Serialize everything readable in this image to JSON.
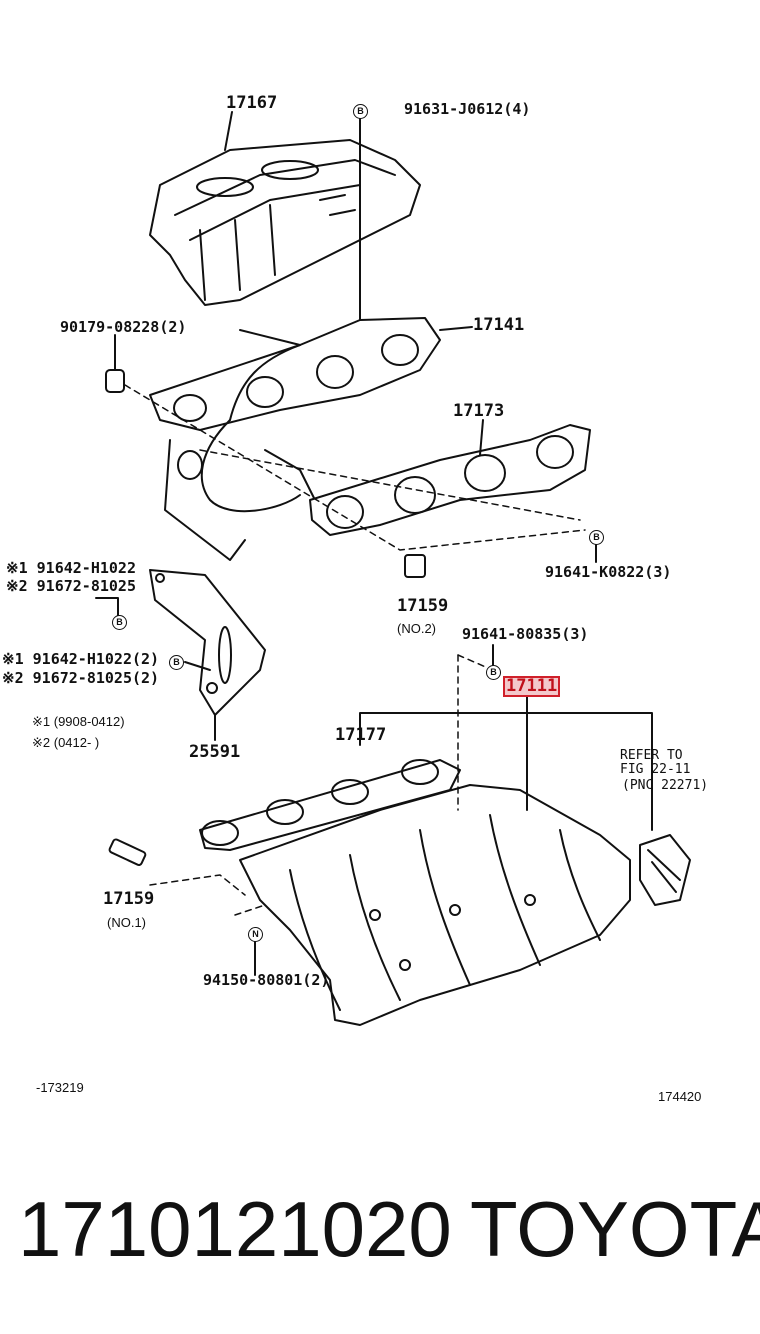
{
  "labels": {
    "p17167": "17167",
    "p91631": "91631-J0612(4)",
    "p90179": "90179-08228(2)",
    "p17141": "17141",
    "p17173": "17173",
    "p91641k": "91641-K0822(3)",
    "ref1_91642": "※1 91642-H1022",
    "ref2_91672": "※2 91672-81025",
    "p17159a": "17159",
    "p17159a_sub": "(NO.2)",
    "p91641_80835": "91641-80835(3)",
    "ref1_91642b": "※1 91642-H1022(2)",
    "ref2_91672b": "※2 91672-81025(2)",
    "p17111": "17111",
    "note1": "※1 (9908-0412)",
    "note2": "※2 (0412-    )",
    "p25591": "25591",
    "p17177": "17177",
    "refer_line1": "REFER TO",
    "refer_line2": "FIG 22-11",
    "refer_line3": "(PNC 22271)",
    "p17159b": "17159",
    "p17159b_sub": "(NO.1)",
    "p94150": "94150-80801(2)",
    "fig_left": "-173219",
    "fig_right": "174420",
    "badge_b": "B",
    "badge_n": "N"
  },
  "footer": {
    "part_number": "1710121020",
    "brand": "TOYOTA"
  },
  "colors": {
    "highlight_border": "#d0202a",
    "highlight_fill": "#f3c8cb",
    "ink": "#111111"
  }
}
